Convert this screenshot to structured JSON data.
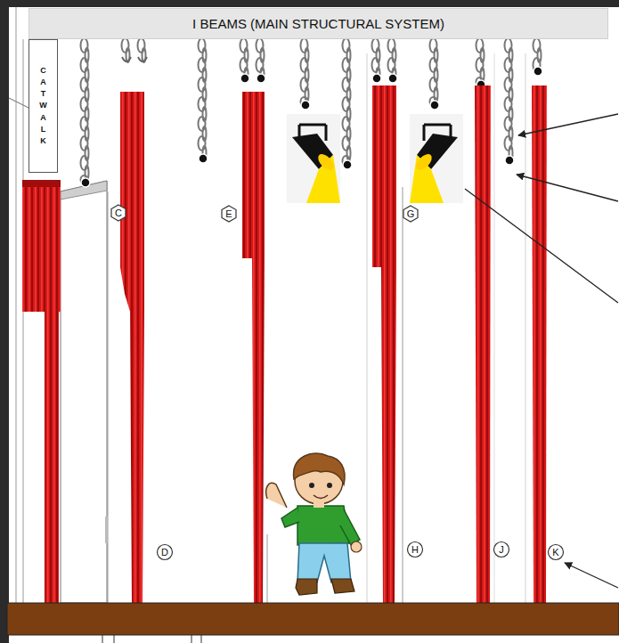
{
  "diagram": {
    "nodes": [
      {
        "text": [
          "I BEAMS (MAIN STRUCTURAL SYSTEM)"
        ]
      },
      {
        "text": [
          "CATWALK"
        ]
      },
      {
        "text": [
          "C"
        ]
      },
      {
        "text": [
          "E"
        ]
      },
      {
        "text": [
          "G"
        ]
      },
      {
        "text": [
          "D"
        ]
      },
      {
        "text": [
          "H"
        ]
      },
      {
        "text": [
          "J"
        ]
      },
      {
        "text": [
          "K"
        ]
      }
    ]
  }
}
